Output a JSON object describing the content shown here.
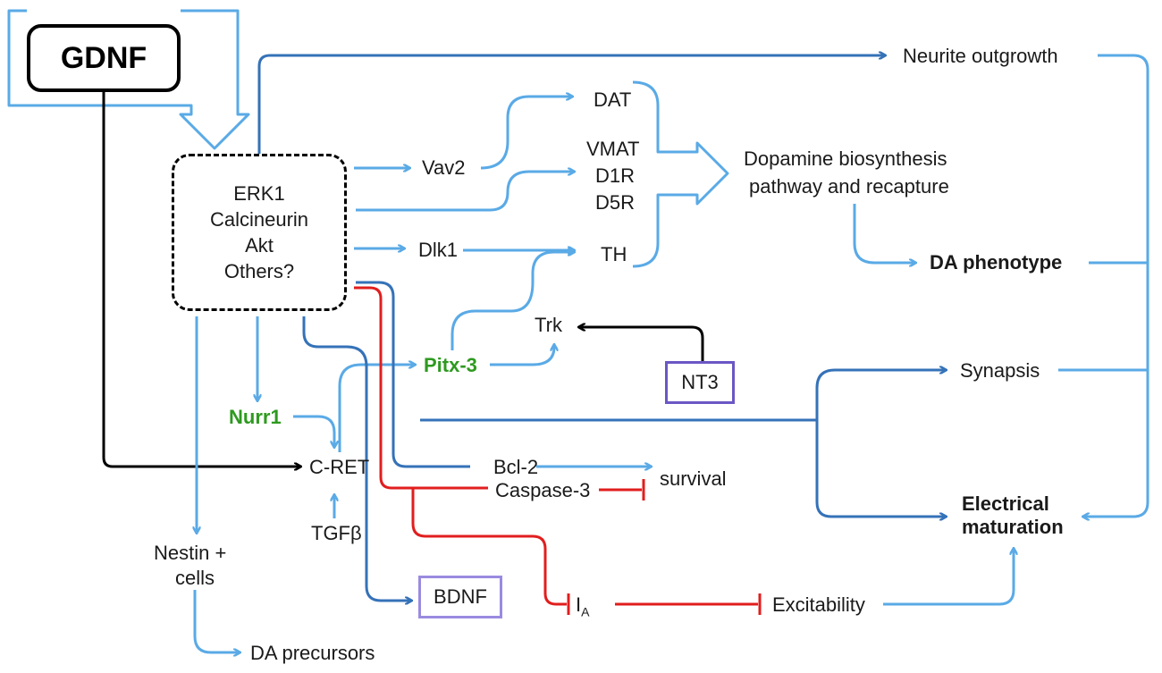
{
  "nodes": {
    "gdnf": "GDNF",
    "kinases": [
      "ERK1",
      "Calcineurin",
      "Akt",
      "Others?"
    ],
    "neurite": "Neurite outgrowth",
    "vav2": "Vav2",
    "dlk1": "Dlk1",
    "dat": "DAT",
    "vmat": "VMAT",
    "d1r": "D1R",
    "d5r": "D5R",
    "th": "TH",
    "dopamine_line1": "Dopamine biosynthesis",
    "dopamine_line2": "pathway and recapture",
    "da_phenotype": "DA phenotype",
    "trk": "Trk",
    "nt3": "NT3",
    "pitx3": "Pitx-3",
    "nurr1": "Nurr1",
    "synapsis": "Synapsis",
    "cret": "C-RET",
    "tgfb": "TGFβ",
    "bcl2": "Bcl-2",
    "caspase3": "Caspase-3",
    "survival": "survival",
    "electrical_line1": "Electrical",
    "electrical_line2": "maturation",
    "nestin_line1": "Nestin +",
    "nestin_line2": "cells",
    "bdnf": "BDNF",
    "ia_main": "I",
    "ia_sub": "A",
    "excitability": "Excitability",
    "da_precursors": "DA precursors"
  },
  "colors": {
    "light_blue": "#5aaae6",
    "dark_blue": "#3572b8",
    "red": "#e11e1e",
    "black": "#000000",
    "green": "#2e9a1f",
    "purple": "#6b57c4"
  }
}
